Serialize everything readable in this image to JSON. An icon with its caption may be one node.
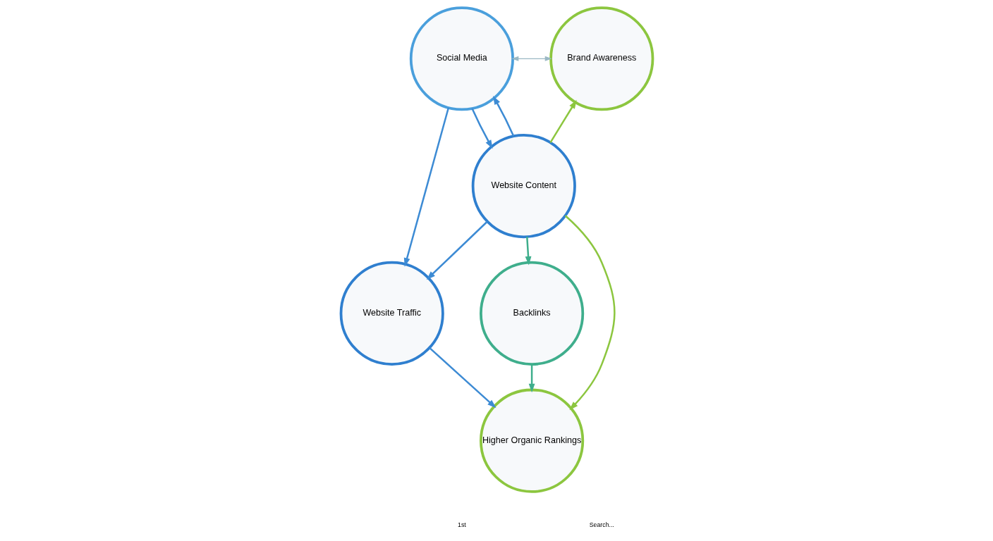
{
  "diagram": {
    "nodes": [
      {
        "text": [
          "Social Media"
        ]
      },
      {
        "text": [
          "Website Content"
        ]
      },
      {
        "text": [
          "Brand Awareness"
        ]
      },
      {
        "text": [
          "Website Traffic"
        ]
      },
      {
        "text": [
          "Backlinks"
        ]
      },
      {
        "text": [
          "Higher Organic Rankings"
        ]
      }
    ],
    "edges": [
      {
        "from": 0,
        "to": 2,
        "arrow": "both",
        "color": "#9ab8c4"
      },
      {
        "from": 0,
        "to": 1,
        "arrow": "to"
      },
      {
        "from": 1,
        "to": 0,
        "arrow": "to"
      },
      {
        "from": 1,
        "to": 2,
        "arrow": "to",
        "color": "#8cc63f"
      },
      {
        "from": 0,
        "to": 3,
        "arrow": "to"
      },
      {
        "from": 1,
        "to": 3,
        "arrow": "to"
      },
      {
        "from": 1,
        "to": 4,
        "arrow": "to",
        "color": "#3fae8c"
      },
      {
        "from": 1,
        "to": 5,
        "arrow": "to",
        "color": "#8cc63f"
      },
      {
        "from": 3,
        "to": 5,
        "arrow": "to"
      },
      {
        "from": 4,
        "to": 5,
        "arrow": "to",
        "color": "#3fae8c"
      }
    ],
    "labels": [
      "1st",
      "Search..."
    ]
  }
}
